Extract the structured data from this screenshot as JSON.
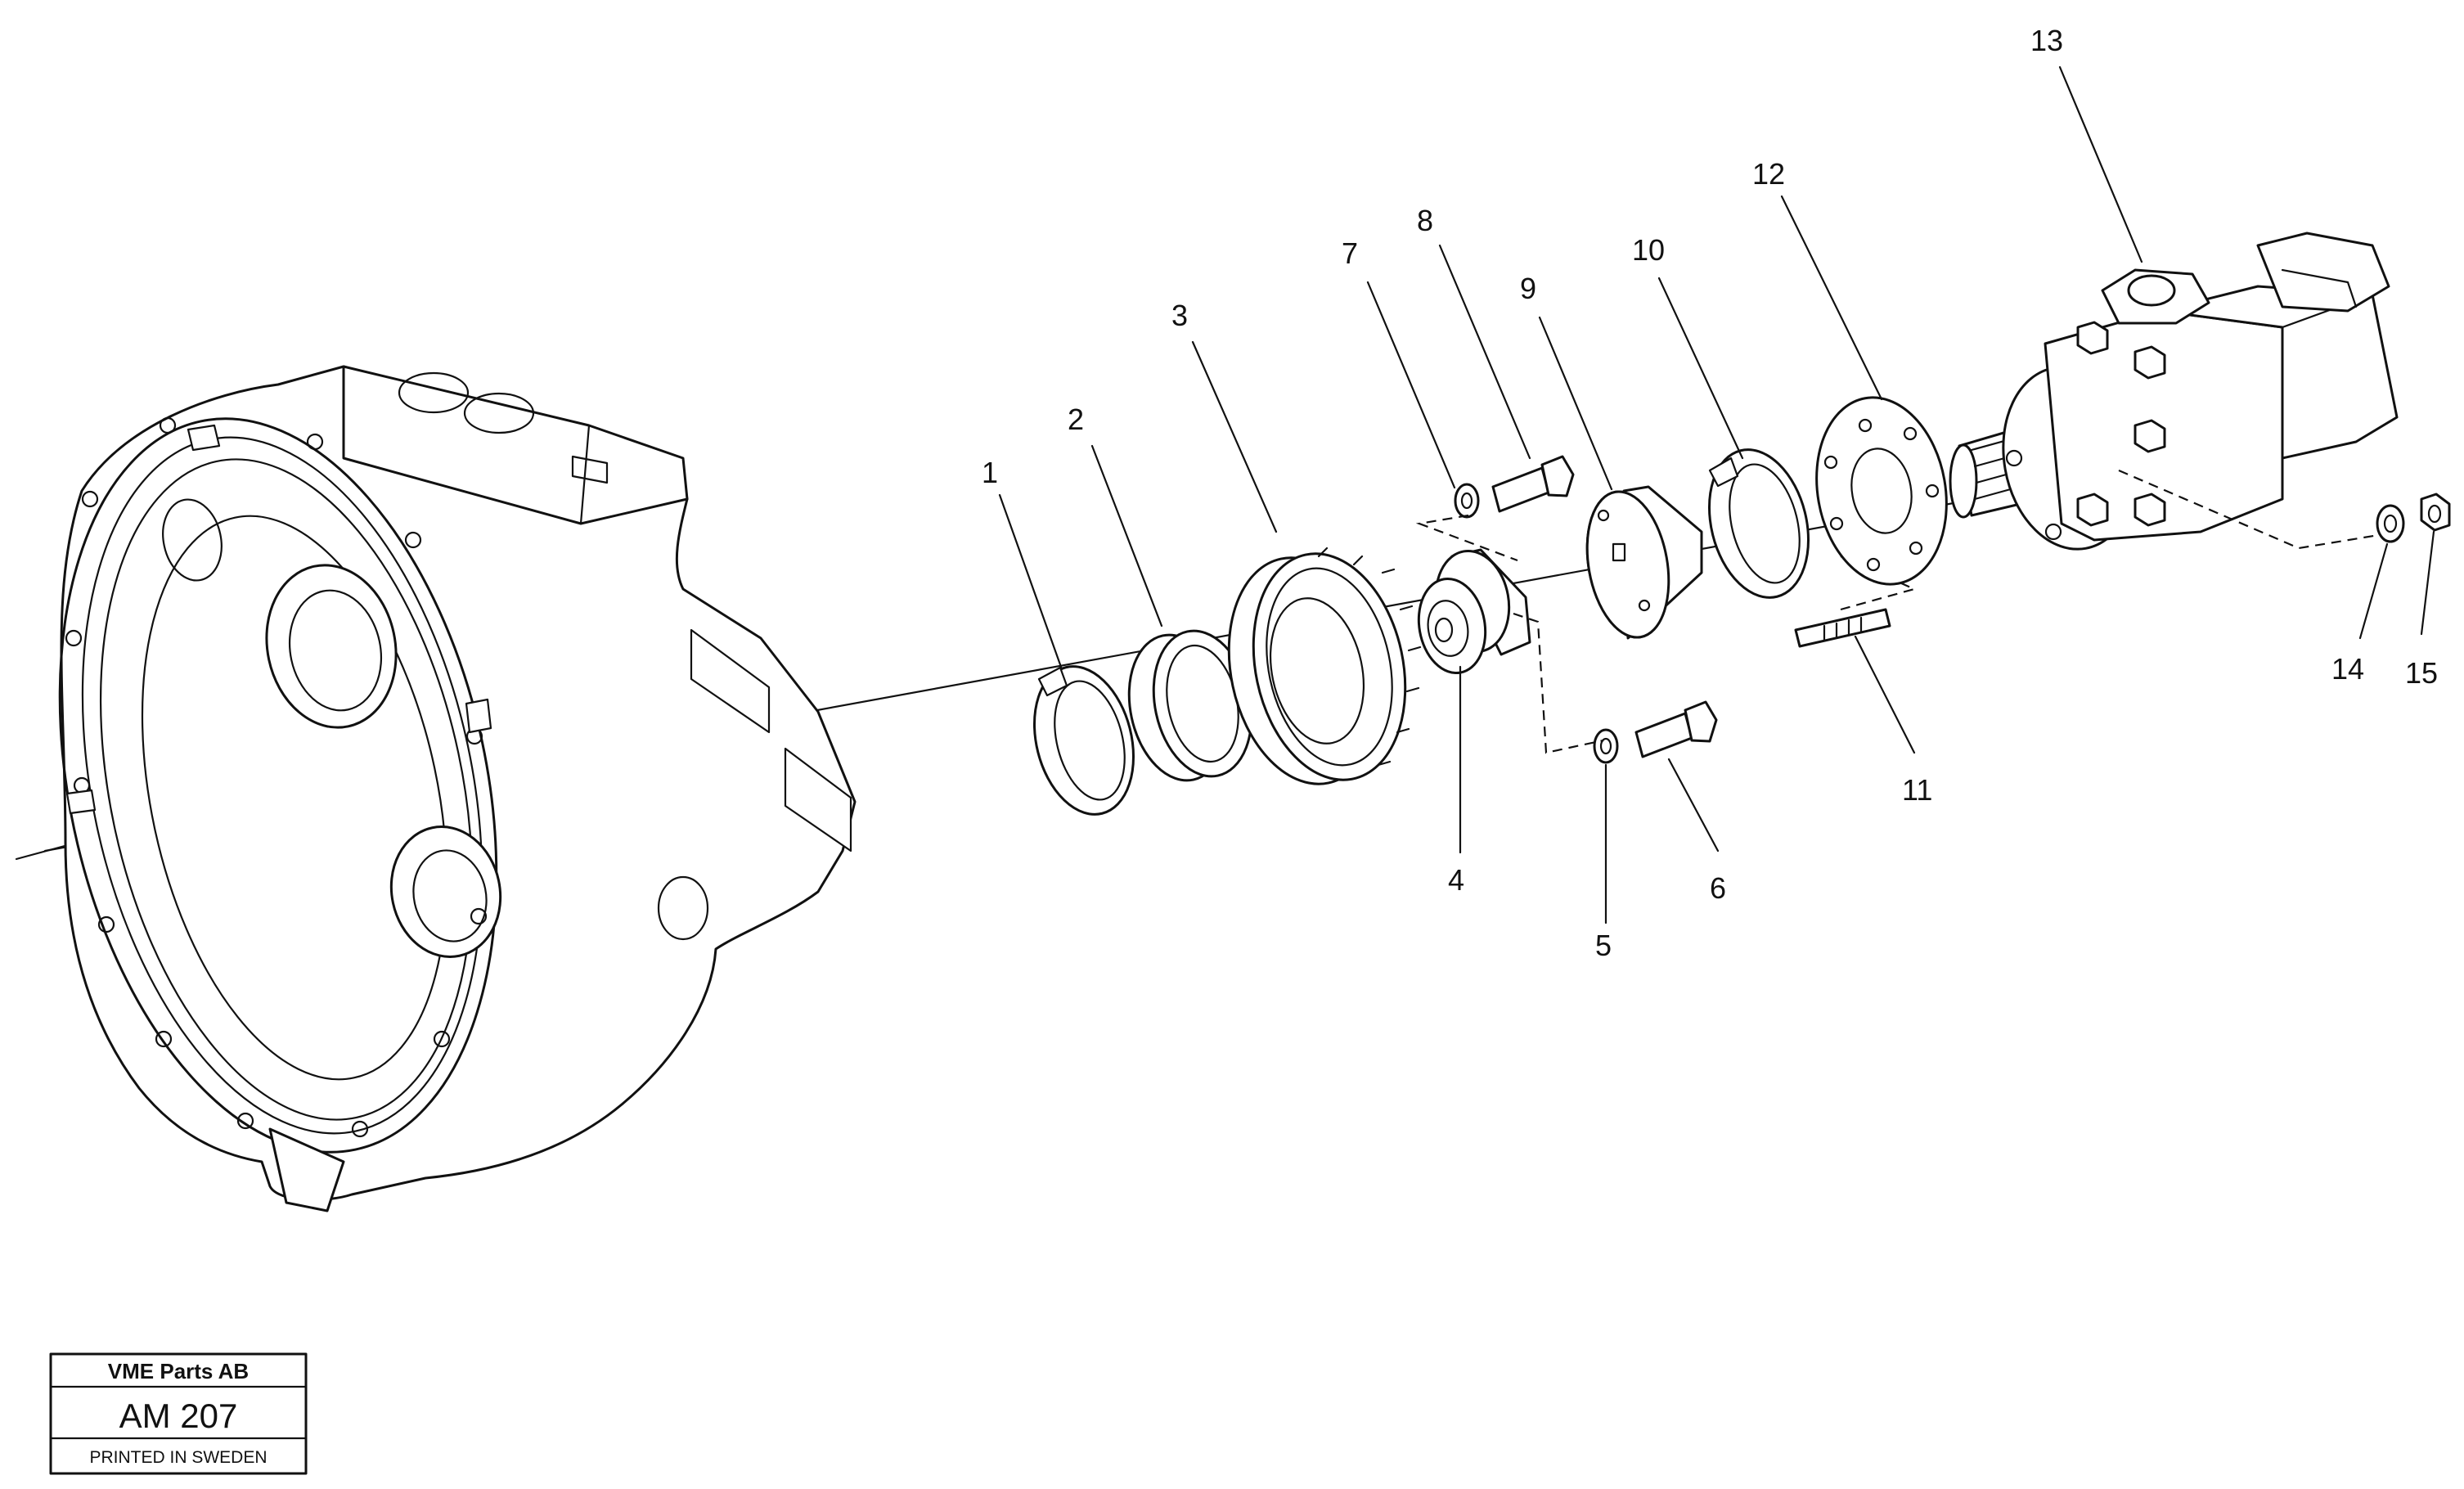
{
  "callouts": [
    {
      "id": "1",
      "text": "1"
    },
    {
      "id": "2",
      "text": "2"
    },
    {
      "id": "3",
      "text": "3"
    },
    {
      "id": "4",
      "text": "4"
    },
    {
      "id": "5",
      "text": "5"
    },
    {
      "id": "6",
      "text": "6"
    },
    {
      "id": "7",
      "text": "7"
    },
    {
      "id": "8",
      "text": "8"
    },
    {
      "id": "9",
      "text": "9"
    },
    {
      "id": "10",
      "text": "10"
    },
    {
      "id": "11",
      "text": "11"
    },
    {
      "id": "12",
      "text": "12"
    },
    {
      "id": "13",
      "text": "13"
    },
    {
      "id": "14",
      "text": "14"
    },
    {
      "id": "15",
      "text": "15"
    }
  ],
  "title_block": {
    "company": "VME Parts AB",
    "code": "AM 207",
    "printed": "PRINTED IN SWEDEN"
  }
}
